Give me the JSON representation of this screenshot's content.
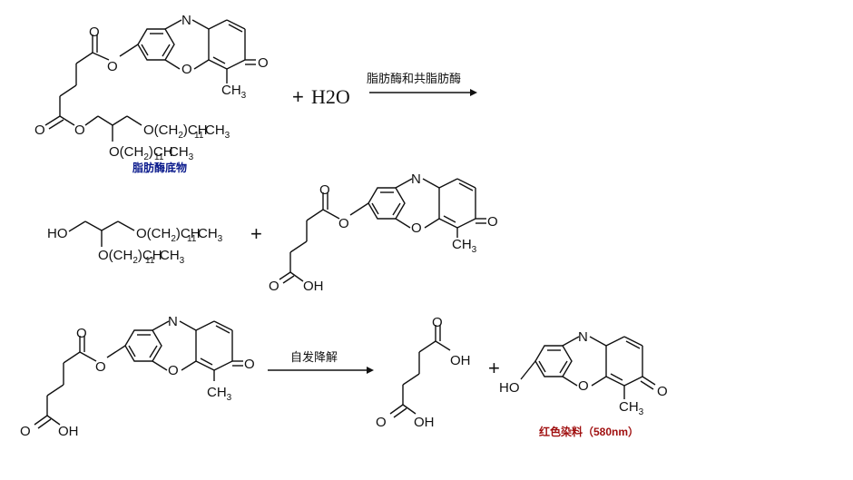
{
  "reaction1": {
    "plus": "+",
    "water": "H2O",
    "arrow_label": "脂肪酶和共脂肪酶",
    "substrate_caption": "脂肪酶底物"
  },
  "reaction2": {
    "plus": "+"
  },
  "reaction3": {
    "arrow_label": "自发降解",
    "plus": "+",
    "dye_caption": "红色染料（580nm）"
  },
  "atoms": {
    "N": "N",
    "O": "O",
    "OH": "OH",
    "HO": "HO",
    "CH3": "CH",
    "three": "3",
    "ether_left": "O(CH",
    "two": "2",
    "eleven": "11",
    "ether_right": ")CH",
    "ether_right3": "3"
  }
}
